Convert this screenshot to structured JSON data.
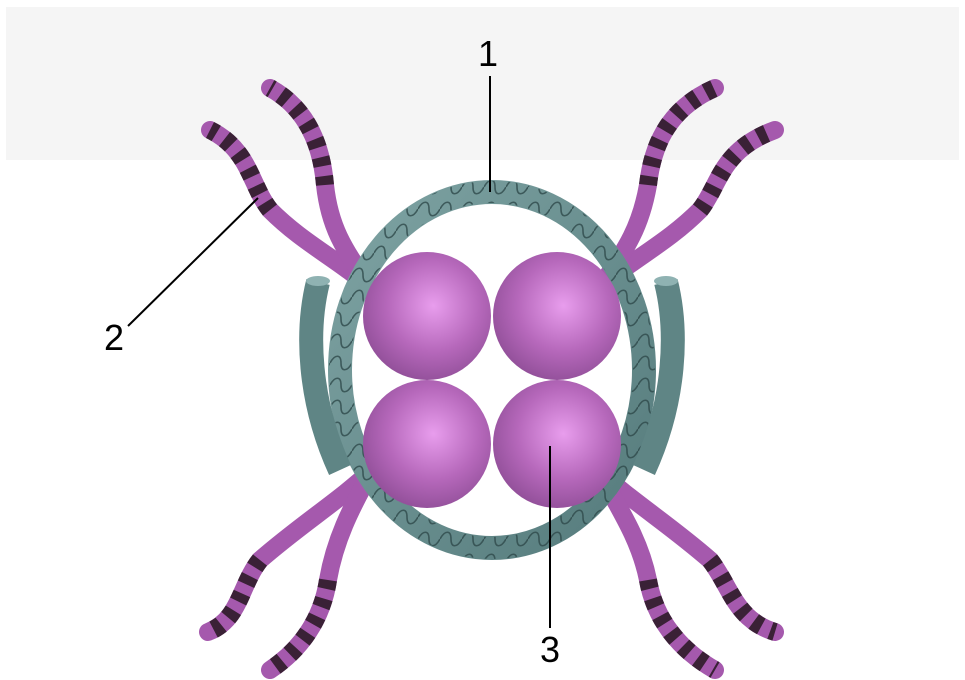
{
  "labels": {
    "one": "1",
    "two": "2",
    "three": "3"
  },
  "colors": {
    "background": "#ffffff",
    "top_band": "#f5f5f5",
    "ring": "#5f8585",
    "ring_dark": "#3f5f60",
    "ring_light": "#8fb2b2",
    "sphere_light": "#e69ae8",
    "sphere_mid": "#b266b6",
    "sphere_dark": "#8a4a92",
    "tail": "#a559ad",
    "tail_band": "#3a2136",
    "leader_line": "#000000"
  }
}
